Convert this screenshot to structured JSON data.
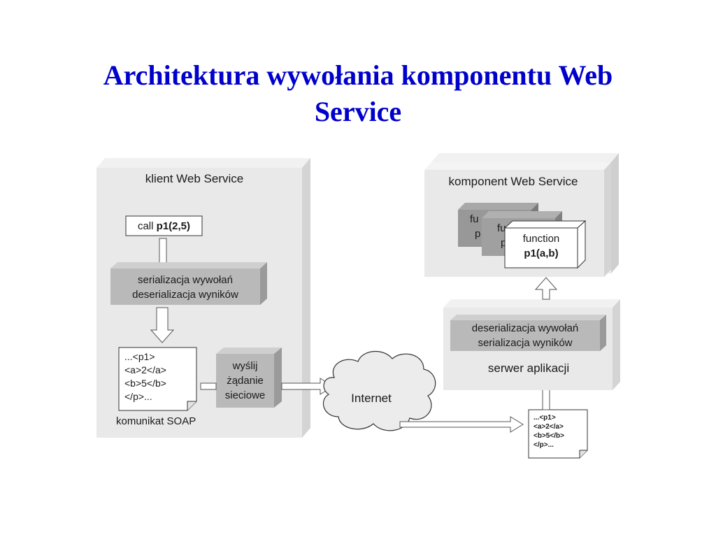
{
  "title": {
    "line1": "Architektura wywołania komponentu Web",
    "line2": "Service"
  },
  "client": {
    "label": "klient Web Service",
    "call_prefix": "call ",
    "call_bold": "p1(2,5)",
    "serialization": [
      "serializacja wywołań",
      "deserializacja wyników"
    ],
    "soap_lines": [
      "...<p1>",
      "<a>2</a>",
      "<b>5</b>",
      "</p>..."
    ],
    "soap_label": "komunikat SOAP",
    "send": [
      "wyślij",
      "żądanie",
      "sieciowe"
    ]
  },
  "network": {
    "label": "Internet"
  },
  "component": {
    "label": "komponent Web Service",
    "back_fragments": [
      "fu",
      "p",
      "fu",
      "p"
    ],
    "function_label": "function",
    "function_name": "p1(a,b)"
  },
  "server": {
    "deserialization": [
      "deserializacja wywołań",
      "serializacja wyników"
    ],
    "label": "serwer aplikacji",
    "soap_lines": [
      "...<p1>",
      "<a>2</a>",
      "<b>5</b>",
      "</p>..."
    ]
  },
  "colors": {
    "title": "#0000cc",
    "panel": "#e9e9e9",
    "panel_side": "#d4d4d4",
    "inner_box": "#b9b9b9",
    "inner_box_dark": "#9a9a9a"
  }
}
